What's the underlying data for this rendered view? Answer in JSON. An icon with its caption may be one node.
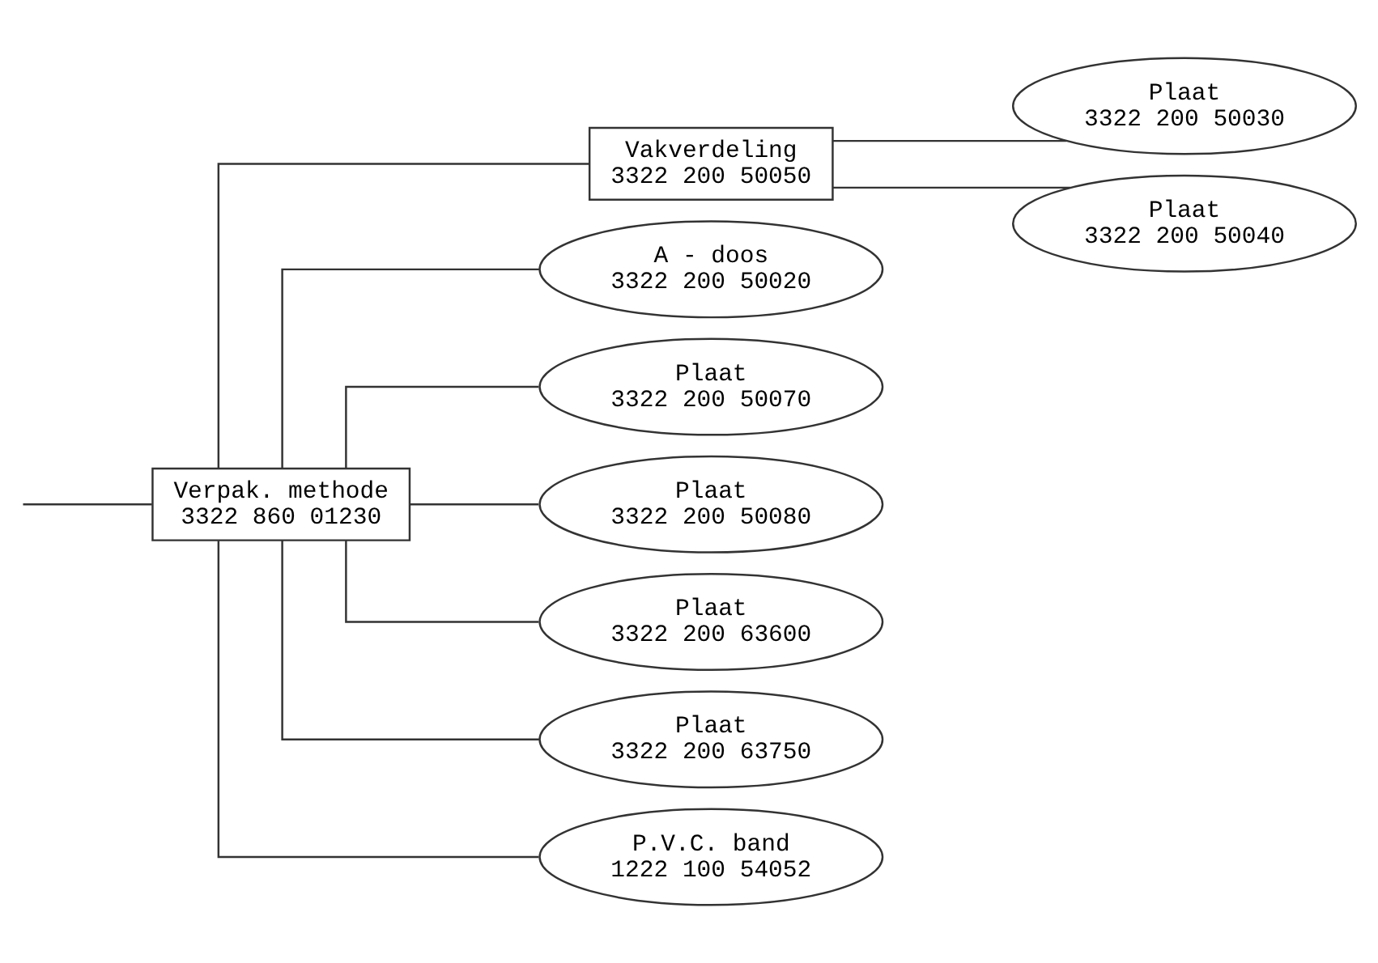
{
  "diagram": {
    "nodes": [
      {
        "text": [
          "Verpak. methode",
          "3322 860 01230"
        ]
      },
      {
        "text": [
          "Vakverdeling",
          "3322 200 50050"
        ]
      },
      {
        "text": [
          "Plaat",
          "3322 200 50030"
        ]
      },
      {
        "text": [
          "Plaat",
          "3322 200 50040"
        ]
      },
      {
        "text": [
          "A - doos",
          "3322 200 50020"
        ]
      },
      {
        "text": [
          "Plaat",
          "3322 200 50070"
        ]
      },
      {
        "text": [
          "Plaat",
          "3322 200 50080"
        ]
      },
      {
        "text": [
          "Plaat",
          "3322 200 63600"
        ]
      },
      {
        "text": [
          "Plaat",
          "3322 200 63750"
        ]
      },
      {
        "text": [
          "P.V.C. band",
          "1222 100 54052"
        ]
      }
    ],
    "edges": [
      {
        "from": null,
        "to": 0,
        "arrow": "none"
      },
      {
        "from": 0,
        "to": 1,
        "arrow": "none"
      },
      {
        "from": 1,
        "to": 2,
        "arrow": "none"
      },
      {
        "from": 1,
        "to": 3,
        "arrow": "none"
      },
      {
        "from": 0,
        "to": 4,
        "arrow": "none"
      },
      {
        "from": 0,
        "to": 5,
        "arrow": "none"
      },
      {
        "from": 0,
        "to": 6,
        "arrow": "none"
      },
      {
        "from": 0,
        "to": 7,
        "arrow": "none"
      },
      {
        "from": 0,
        "to": 8,
        "arrow": "none"
      },
      {
        "from": 0,
        "to": 9,
        "arrow": "none"
      }
    ]
  }
}
